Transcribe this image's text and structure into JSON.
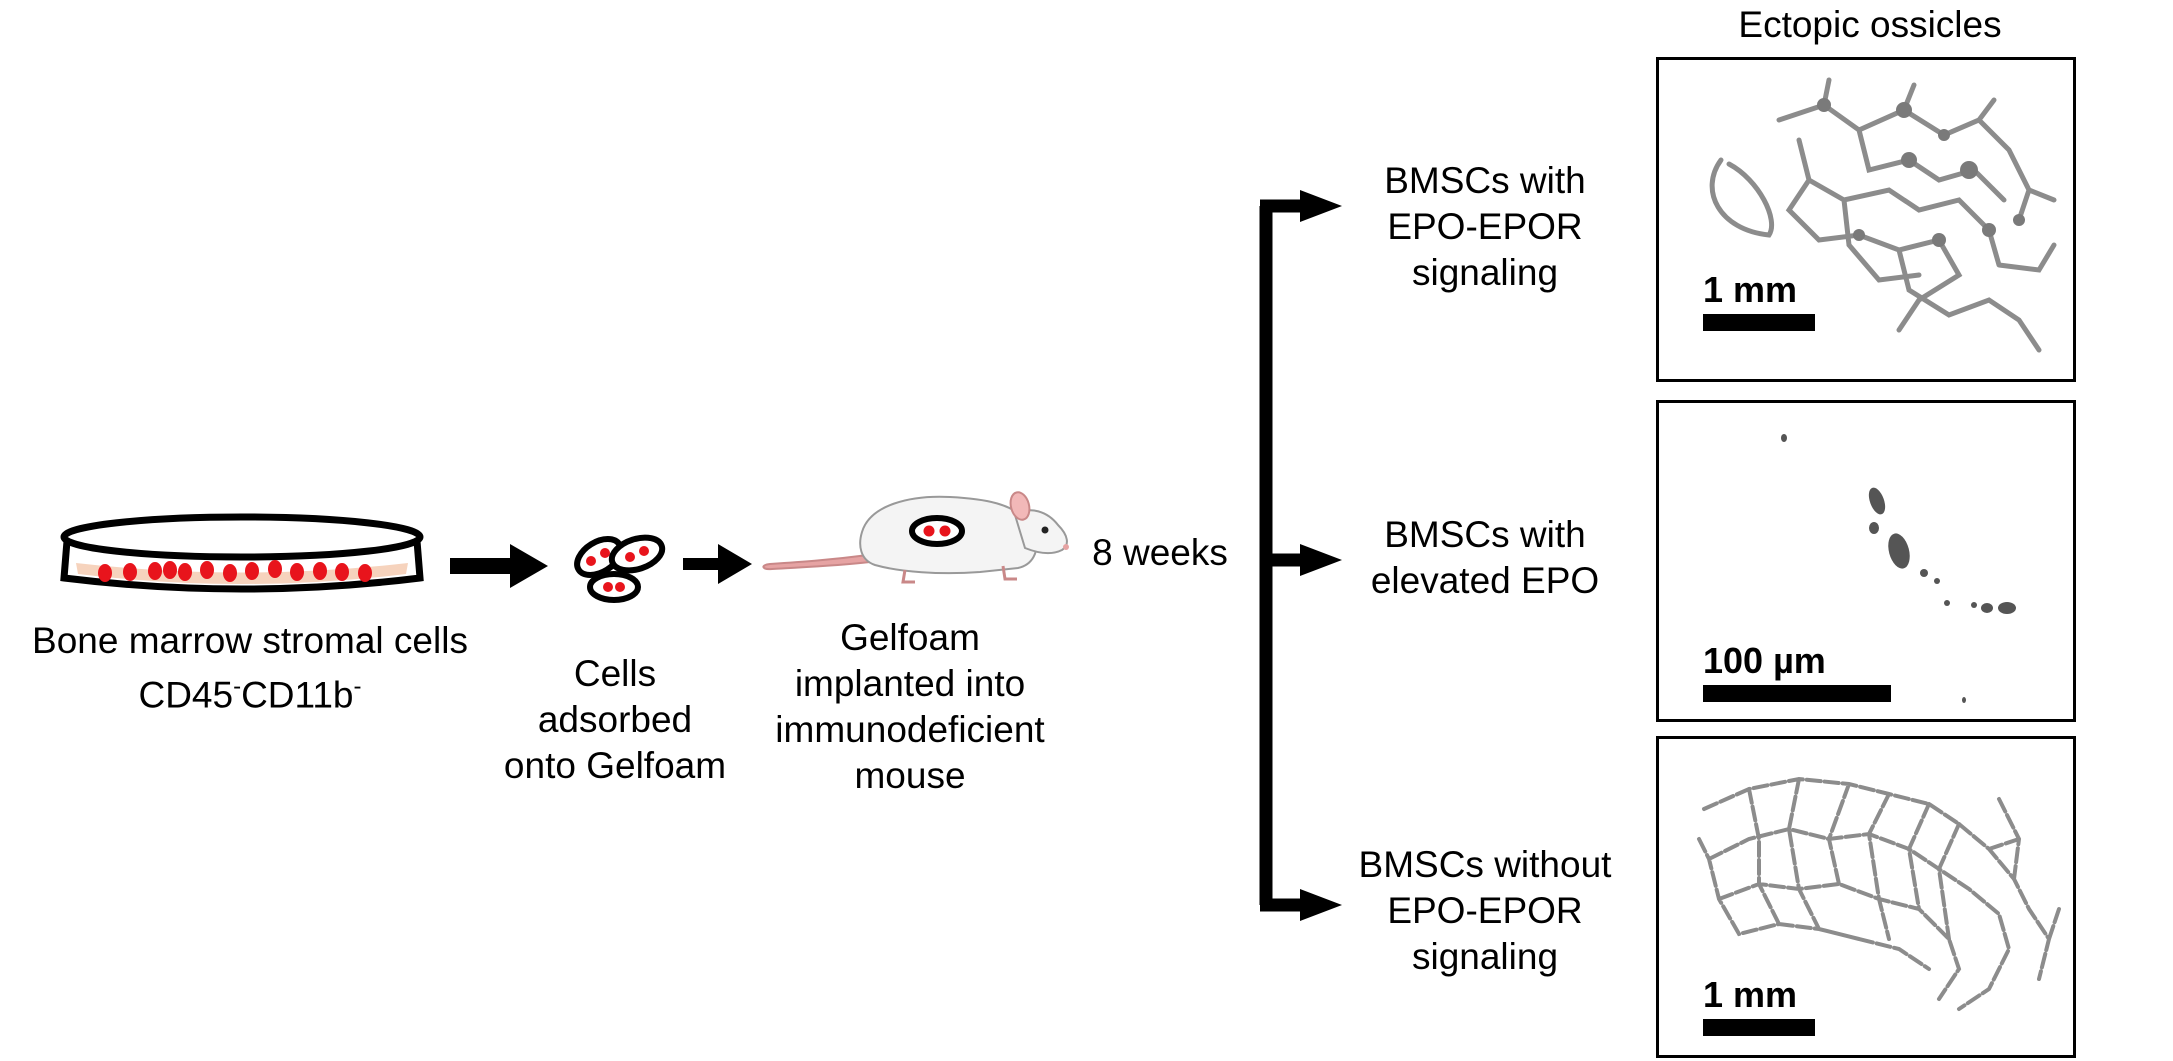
{
  "header": {
    "title": "Ectopic ossicles"
  },
  "steps": {
    "bmsc": {
      "line1": "Bone marrow stromal cells",
      "m1": "CD45",
      "m2": "CD11b",
      "sup": "-"
    },
    "adsorbed": {
      "line1": "Cells",
      "line2": "adsorbed",
      "line3": "onto Gelfoam"
    },
    "implanted": {
      "line1": "Gelfoam",
      "line2": "implanted into",
      "line3": "immunodeficient",
      "line4": "mouse"
    },
    "duration": "8 weeks"
  },
  "branches": [
    {
      "line1": "BMSCs with",
      "line2": "EPO-EPOR",
      "line3": "signaling",
      "scale": "1 mm"
    },
    {
      "line1": "BMSCs with",
      "line2": "elevated EPO",
      "scale": "100 µm"
    },
    {
      "line1": "BMSCs without",
      "line2": "EPO-EPOR",
      "line3": "signaling",
      "scale": "1 mm"
    }
  ],
  "colors": {
    "cell": "#e8141c",
    "media": "#f6d3bd",
    "ossicle": "#8c8c8c",
    "mouse_ear": "#f2b8b8",
    "mouse_tail": "#e6a3a3"
  }
}
